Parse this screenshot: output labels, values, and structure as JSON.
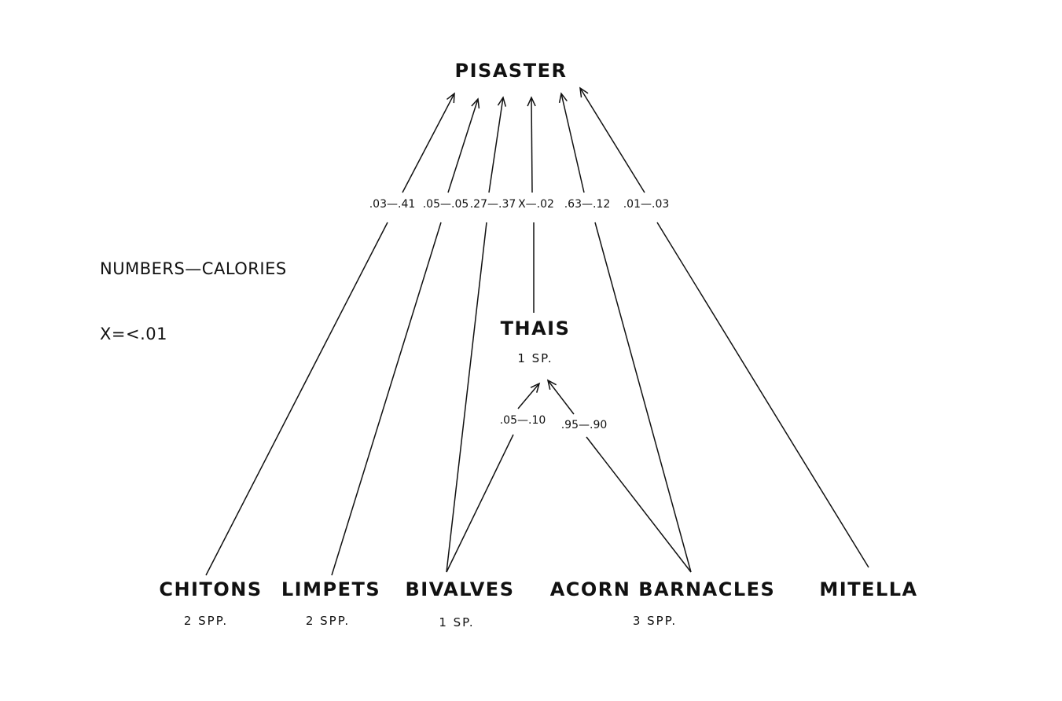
{
  "diagram": {
    "legend": {
      "numbers_line": "NUMBERS—CALORIES",
      "x_line": "X=<.01"
    },
    "nodes": {
      "pisaster": {
        "title": "PISASTER"
      },
      "thais": {
        "title": "THAIS",
        "sub": "1 SP."
      },
      "chitons": {
        "title": "CHITONS",
        "sub": "2 SPP."
      },
      "limpets": {
        "title": "LIMPETS",
        "sub": "2 SPP."
      },
      "bivalves": {
        "title": "BIVALVES",
        "sub": "1 SP."
      },
      "barnacles": {
        "title": "ACORN BARNACLES",
        "sub": "3 SPP."
      },
      "mitella": {
        "title": "MITELLA"
      }
    },
    "edges": [
      {
        "from": "chitons",
        "to": "pisaster",
        "label": ".03—.41"
      },
      {
        "from": "limpets",
        "to": "pisaster",
        "label": ".05—.05"
      },
      {
        "from": "bivalves",
        "to": "pisaster",
        "label": ".27—.37"
      },
      {
        "from": "thais",
        "to": "pisaster",
        "label": "X—.02"
      },
      {
        "from": "barnacles",
        "to": "pisaster",
        "label": ".63—.12"
      },
      {
        "from": "mitella",
        "to": "pisaster",
        "label": ".01—.03"
      },
      {
        "from": "bivalves",
        "to": "thais",
        "label": ".05—.10"
      },
      {
        "from": "barnacles",
        "to": "thais",
        "label": ".95—.90"
      }
    ]
  }
}
